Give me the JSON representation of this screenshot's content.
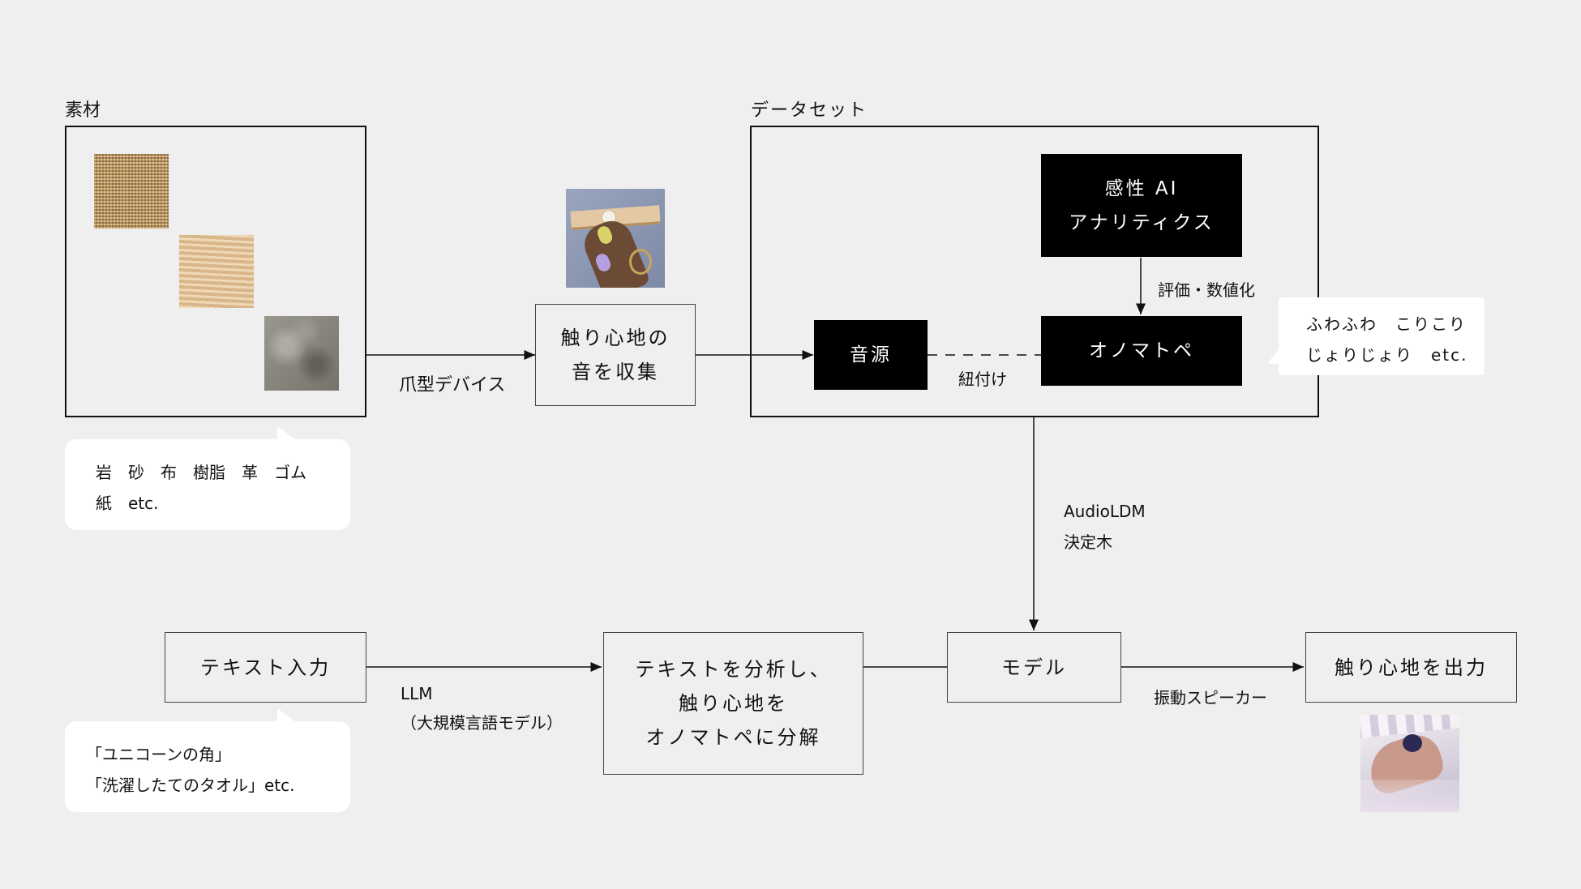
{
  "materials": {
    "title": "素材",
    "bubble_line1": "岩　砂　布　樹脂　革　ゴム",
    "bubble_line2": "紙　etc."
  },
  "device": {
    "edge_label": "爪型デバイス",
    "collect_line1": "触り心地の",
    "collect_line2": "音を収集"
  },
  "dataset": {
    "title": "データセット",
    "ai_line1": "感性 AI",
    "ai_line2": "アナリティクス",
    "eval_label": "評価・数値化",
    "sound_source": "音源",
    "link_label": "紐付け",
    "onomatopoeia": "オノマトペ",
    "examples_line1": "ふわふわ　こりこり",
    "examples_line2": "じょりじょり　etc."
  },
  "training": {
    "line1": "AudioLDM",
    "line2": "決定木"
  },
  "pipeline": {
    "text_input": "テキスト入力",
    "text_examples_line1": "「ユニコーンの角」",
    "text_examples_line2": "「洗濯したてのタオル」etc.",
    "llm_line1": "LLM",
    "llm_line2": "（大規模言語モデル）",
    "analyze_line1": "テキストを分析し、",
    "analyze_line2": "触り心地を",
    "analyze_line3": "オノマトペに分解",
    "model": "モデル",
    "speaker_label": "振動スピーカー",
    "output": "触り心地を出力"
  }
}
